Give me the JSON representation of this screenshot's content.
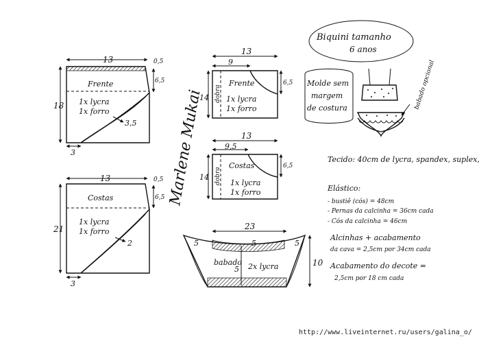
{
  "title": {
    "line1": "Biquini tamanho",
    "line2": "6 anos"
  },
  "illustration": {
    "note": "Molde sem margem de costura",
    "note_lines": [
      "Molde sem",
      "margem",
      "de costura"
    ],
    "ruffle_label": "babado opcional"
  },
  "signature": "Marlene Mukai",
  "pieces": {
    "frente_bottom": {
      "label": "Frente",
      "line1": "1x lycra",
      "line2": "1x forro",
      "width": "13",
      "height": "18",
      "top_offset": "0,5",
      "side": "6,5",
      "curve": "3,5",
      "base": "3"
    },
    "costas_bottom": {
      "label": "Costas",
      "line1": "1x lycra",
      "line2": "1x forro",
      "width": "13",
      "height": "21",
      "top_offset": "0,5",
      "side": "6,5",
      "curve": "2",
      "base": "3"
    },
    "frente_top": {
      "label": "Frente",
      "line1": "1x lycra",
      "line2": "1x forro",
      "width": "13",
      "inner": "9",
      "height": "14",
      "side": "6,5",
      "fold": "dobra"
    },
    "costas_top": {
      "label": "Costas",
      "line1": "1x lycra",
      "line2": "1x forro",
      "width": "13",
      "inner": "9,5",
      "height": "14",
      "side": "6,5",
      "fold": "dobra"
    },
    "babado": {
      "label": "babado",
      "line1": "2x lycra",
      "width": "23",
      "left": "5",
      "right": "5",
      "inner_top": "5",
      "inner_mid": "5",
      "height": "10"
    }
  },
  "materials": {
    "tecido": "Tecido: 40cm de lycra, spandex, suplex,",
    "elastico_title": "Elástico:",
    "elastico_items": [
      "- bustiê (cós) = 48cm",
      "- Pernas da calcinha = 36cm cada",
      "- Cós da calcinha = 46cm"
    ],
    "alcinhas": [
      "Alcinhas + acabamento",
      "da cava = 2,5cm por 34cm cada"
    ],
    "decote": [
      "Acabamento do decote =",
      "2,5cm por 18 cm cada"
    ]
  },
  "footer": "http://www.liveinternet.ru/users/galina_o/"
}
